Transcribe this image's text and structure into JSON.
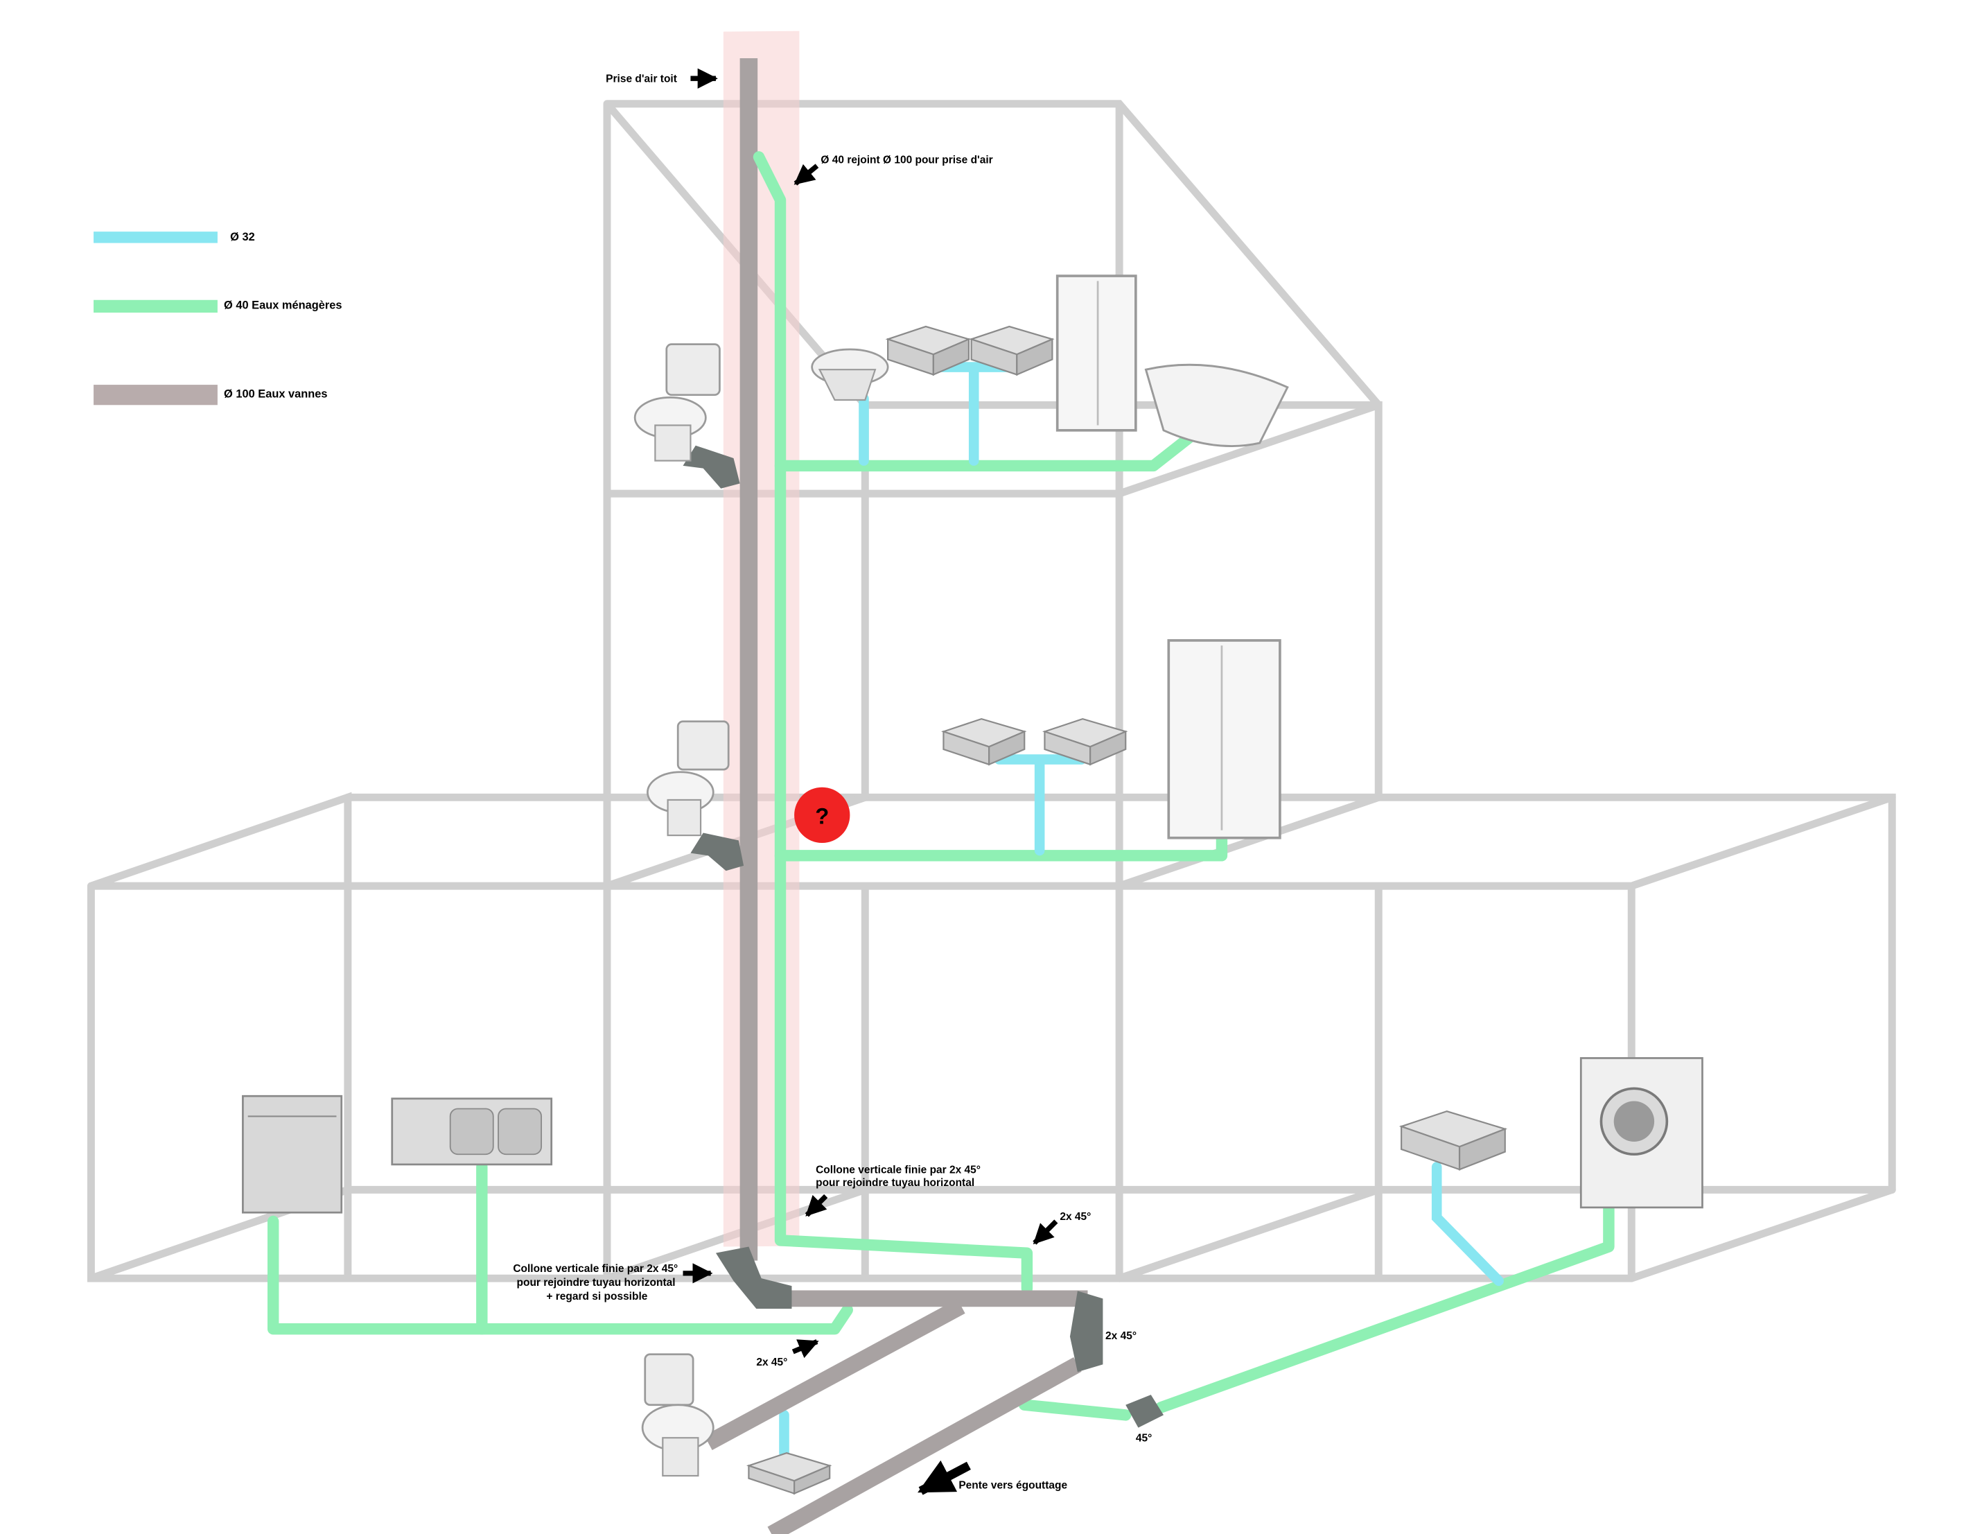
{
  "colors": {
    "pipe_32": "#88e6f1",
    "pipe_40": "#8ff0b4",
    "pipe_100": "#a8a2a2",
    "stack_overlay": "#f8cfcf",
    "frame": "#cfcfcf",
    "fitting": "#6f7674",
    "question_marker": "#f02323"
  },
  "legend": [
    {
      "label": "Ø 32",
      "color": "#88e6f1"
    },
    {
      "label": "Ø 40 Eaux ménagères",
      "color": "#8ff0b4"
    },
    {
      "label": "Ø 100 Eaux vannes",
      "color": "#b8acac"
    }
  ],
  "annotations": {
    "roof_vent": "Prise d'air toit",
    "vent_join": "Ø 40 rejoint Ø 100 pour prise d'air",
    "column_mid": [
      "Collone verticale finie par 2x 45°",
      "pour rejoindre tuyau horizontal"
    ],
    "column_left": [
      "Collone verticale finie par 2x 45°",
      "pour rejoindre tuyau horizontal",
      "+ regard si possible"
    ],
    "elbow_top": "2x 45°",
    "elbow_right": "2x 45°",
    "elbow_left": "2x 45°",
    "elbow_single": "45°",
    "slope": "Pente vers égouttage"
  },
  "question_marker": "?",
  "fixtures": {
    "floor2": [
      "wc",
      "bidet",
      "washbasin",
      "washbasin",
      "shower",
      "bathtub"
    ],
    "floor1": [
      "wc",
      "washbasin",
      "washbasin",
      "shower"
    ],
    "ground": [
      "dishwasher",
      "double-sink",
      "washbasin",
      "washing-machine"
    ],
    "underground": [
      "wc",
      "washbasin"
    ]
  }
}
